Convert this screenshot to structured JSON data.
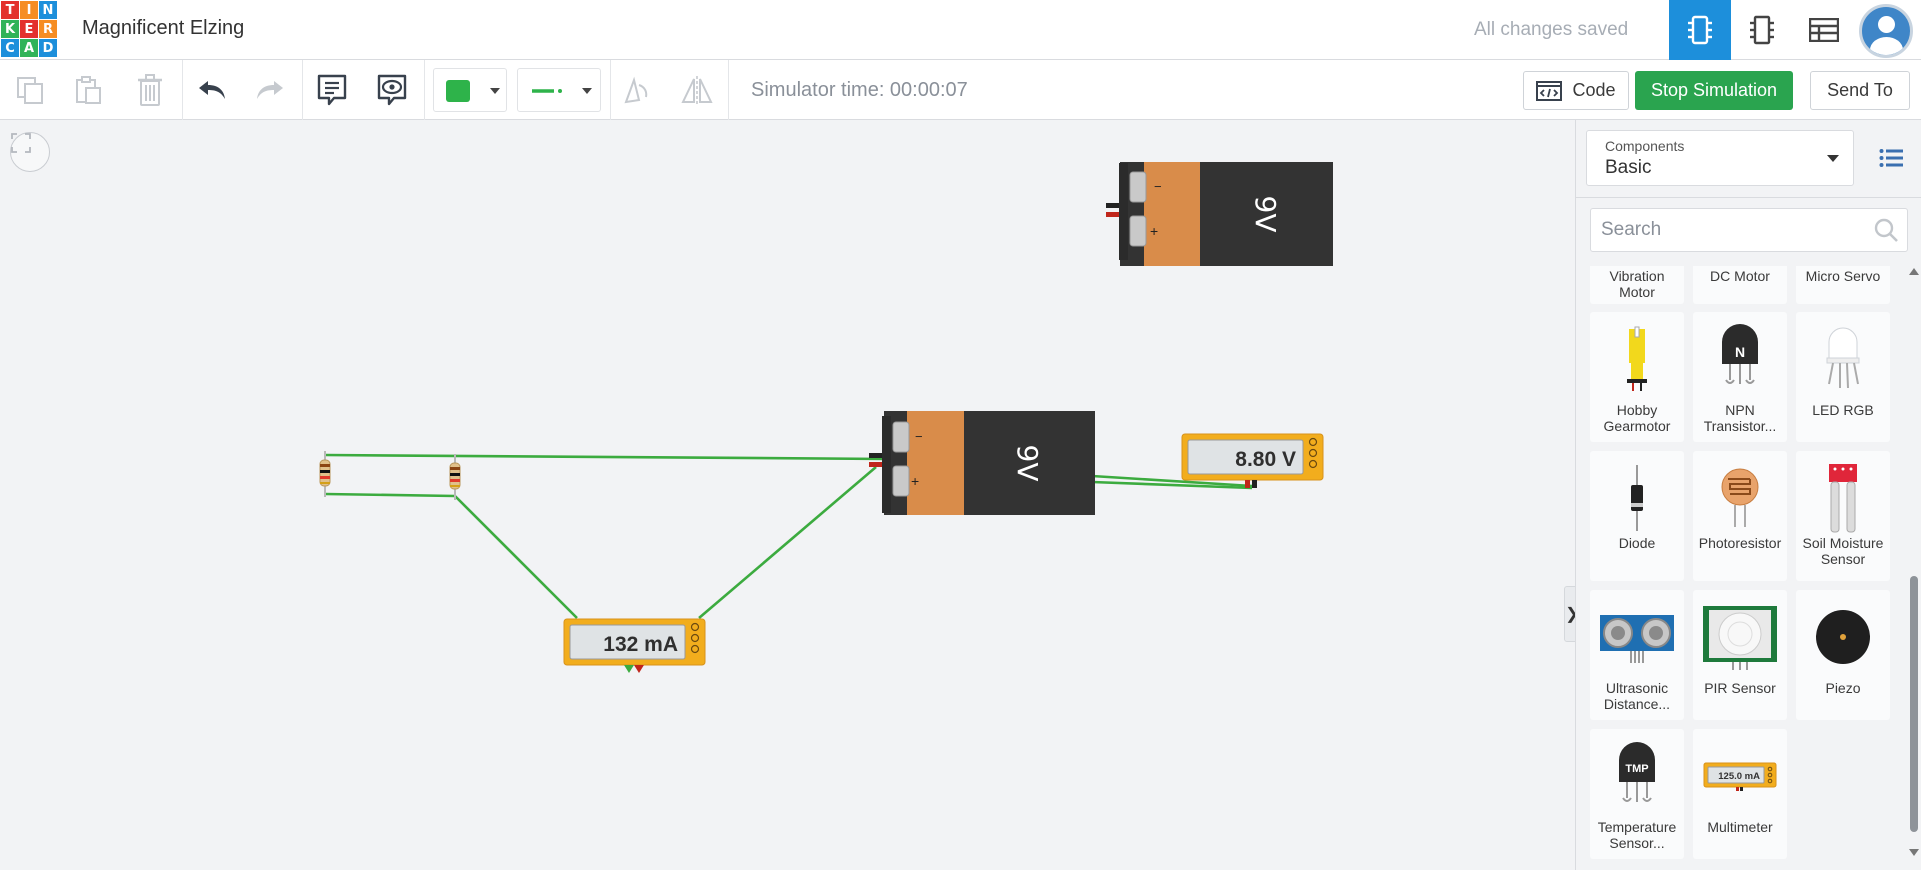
{
  "header": {
    "logo_letters": [
      "T",
      "I",
      "N",
      "K",
      "E",
      "R",
      "C",
      "A",
      "D"
    ],
    "logo_colors": [
      "#e3312d",
      "#f68d23",
      "#1d8fdb",
      "#30b359",
      "#e3312d",
      "#f68d23",
      "#1d8fdb",
      "#30b359",
      "#1d8fdb"
    ],
    "project_title": "Magnificent Elzing",
    "save_status": "All changes saved",
    "views": [
      "circuit-view",
      "schematic-view",
      "component-list-view"
    ],
    "active_view": "circuit-view"
  },
  "toolbar": {
    "tools": [
      "copy",
      "paste",
      "delete",
      "undo",
      "redo",
      "notes",
      "toggle-notes"
    ],
    "wire_color": "#2eb34a",
    "simulator_time": "Simulator time: 00:00:07",
    "code_label": "Code",
    "stop_label": "Stop Simulation",
    "send_label": "Send To"
  },
  "canvas": {
    "battery_label": "9V",
    "battery_minus": "−",
    "battery_plus": "+",
    "voltmeter_reading": "8.80 V",
    "ammeter_reading": "132 mA",
    "wire_color": "#3cab3f",
    "battery_body_color": "#333333",
    "battery_cap_color": "#d98c4a",
    "meter_color": "#f2ad1d"
  },
  "panel": {
    "components_label": "Components",
    "components_value": "Basic",
    "search_placeholder": "Search",
    "components": [
      {
        "name": "Vibration Motor",
        "lines": [
          "Vibration",
          "Motor"
        ]
      },
      {
        "name": "DC Motor",
        "lines": [
          "DC Motor"
        ]
      },
      {
        "name": "Micro Servo",
        "lines": [
          "Micro Servo"
        ]
      },
      {
        "name": "Hobby Gearmotor",
        "lines": [
          "Hobby",
          "Gearmotor"
        ]
      },
      {
        "name": "NPN Transistor",
        "lines": [
          "NPN",
          "Transistor..."
        ]
      },
      {
        "name": "LED RGB",
        "lines": [
          "LED RGB"
        ]
      },
      {
        "name": "Diode",
        "lines": [
          "Diode"
        ]
      },
      {
        "name": "Photoresistor",
        "lines": [
          "Photoresistor"
        ]
      },
      {
        "name": "Soil Moisture Sensor",
        "lines": [
          "Soil Moisture",
          "Sensor"
        ]
      },
      {
        "name": "Ultrasonic Distance Sensor",
        "lines": [
          "Ultrasonic",
          "Distance..."
        ]
      },
      {
        "name": "PIR Sensor",
        "lines": [
          "PIR Sensor"
        ]
      },
      {
        "name": "Piezo",
        "lines": [
          "Piezo"
        ]
      },
      {
        "name": "Temperature Sensor",
        "lines": [
          "Temperature",
          "Sensor..."
        ]
      },
      {
        "name": "Multimeter",
        "lines": [
          "Multimeter"
        ]
      }
    ],
    "multimeter_icon_reading": "125.0 mA",
    "npn_letter": "N",
    "tmp_letter": "TMP"
  }
}
